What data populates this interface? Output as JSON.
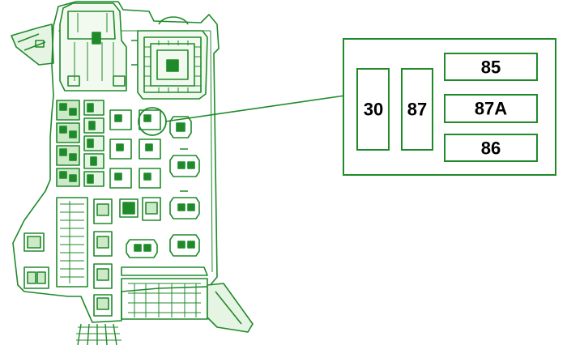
{
  "colors": {
    "line": "#1f8a2a",
    "line_dark": "#176b20",
    "fill": "#cde9c8",
    "background": "#ffffff",
    "text": "#000000"
  },
  "relay_pinout": {
    "terminals": [
      {
        "id": "t30",
        "label": "30"
      },
      {
        "id": "t87",
        "label": "87"
      },
      {
        "id": "t85",
        "label": "85"
      },
      {
        "id": "t87a",
        "label": "87A"
      },
      {
        "id": "t86",
        "label": "86"
      }
    ]
  }
}
